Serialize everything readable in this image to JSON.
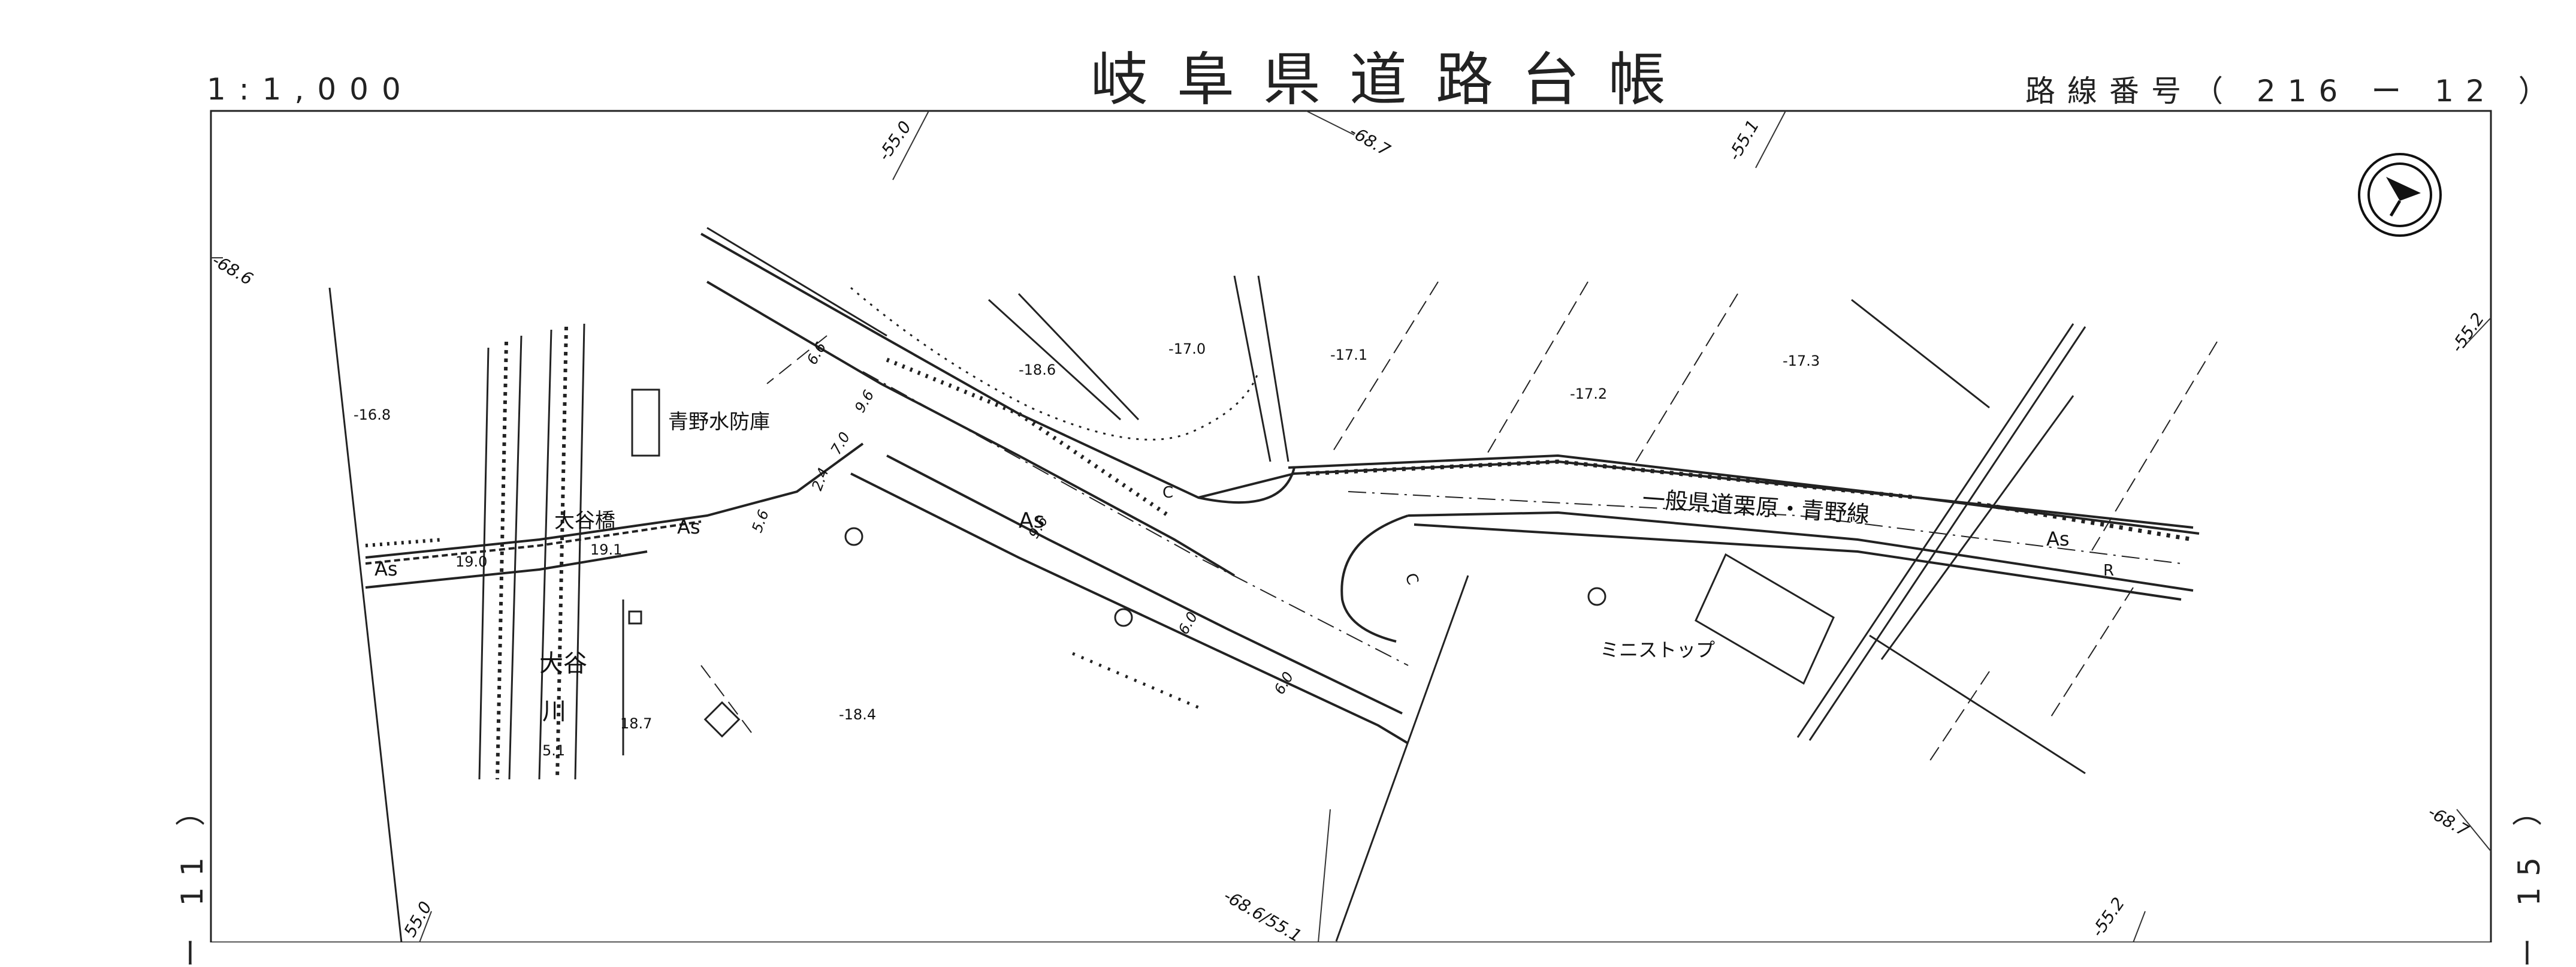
{
  "header": {
    "title": "岐阜県道路台帳",
    "scale": "1:1,000",
    "route": "路線番号（ 216 ー 12 ）"
  },
  "sheet_refs": {
    "left": "ー 11 ）",
    "right": "ー 15 ）"
  },
  "map_labels": {
    "fire_shed": "青野水防庫",
    "bridge": "大谷橋",
    "river_1": "大谷",
    "river_2": "川",
    "road_name": "一般県道栗原・青野線",
    "store": "ミニストップ",
    "as_1": "As",
    "as_2": "As",
    "as_3": "As",
    "as_4": "As",
    "r_mark": "R",
    "c_1": "C",
    "c_2": "C"
  },
  "elevations": {
    "e1": "-16.8",
    "e2": "-18.6",
    "e3": "-17.0",
    "e4": "-17.1",
    "e5": "-17.2",
    "e6": "-17.3",
    "e7": "-18.4",
    "e8": "18.7",
    "e9": "5.1",
    "e10": "19.1",
    "e11": "19.0"
  },
  "grid_labels": {
    "g1": "-55.0",
    "g2": "-68.7",
    "g3": "-55.1",
    "g4": "-68.6",
    "g5": "-55.2",
    "g6": "55.0",
    "g7": "-68.6/55.1",
    "g8": "-55.2",
    "g9": "-68.7"
  },
  "road_widths": {
    "w1": "6.6",
    "w2": "9.6",
    "w3": "7.0",
    "w4": "9.6",
    "w5": "6.0",
    "w6": "6.0",
    "w7": "5.6",
    "w8": "2.4"
  },
  "compass": {
    "icon": "north-arrow-icon"
  }
}
